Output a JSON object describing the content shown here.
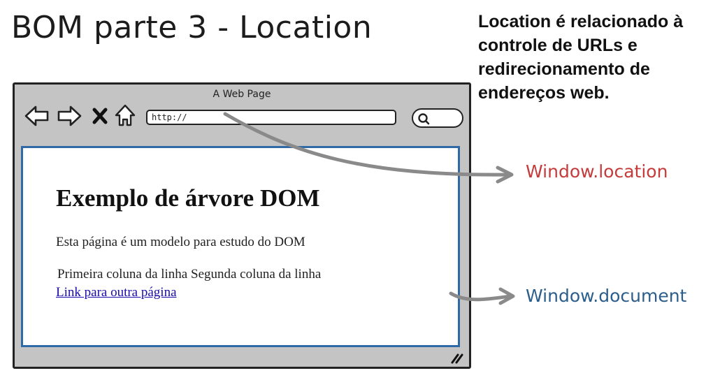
{
  "slide": {
    "title": "BOM parte 3 - Location",
    "note": "Location é relacionado à controle de URLs e redirecionamento de endereços web."
  },
  "browser": {
    "window_title": "A Web Page",
    "url": "http://",
    "nav_icons": [
      "back-arrow-icon",
      "forward-arrow-icon",
      "stop-icon",
      "home-icon"
    ],
    "search_icon": "search-icon",
    "page": {
      "heading": "Exemplo de árvore DOM",
      "paragraph": "Esta página é um modelo para estudo do DOM",
      "table_cells": [
        "Primeira coluna da linha",
        "Segunda coluna da linha"
      ],
      "link": "Link para outra página"
    }
  },
  "labels": {
    "location": "Window.location",
    "document": "Window.document"
  },
  "colors": {
    "location_label": "#c53b3b",
    "document_label": "#2c5e8c",
    "content_border": "#2f6aa6",
    "arrow": "#8a8a8a"
  }
}
